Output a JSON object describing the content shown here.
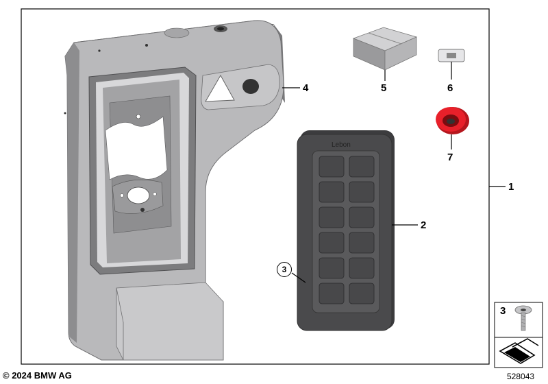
{
  "callouts": {
    "c1": "1",
    "c2": "2",
    "c3": "3",
    "c4": "4",
    "c5": "5",
    "c6": "6",
    "c7": "7"
  },
  "inset": {
    "number": "3"
  },
  "pad_text": "Lebon",
  "footer": {
    "copyright": "© 2024 BMW AG",
    "doc_number": "528043"
  },
  "colors": {
    "highlight_part": "#e8202a",
    "housing": "#b9b9bb",
    "pad": "#4a4a4c"
  }
}
